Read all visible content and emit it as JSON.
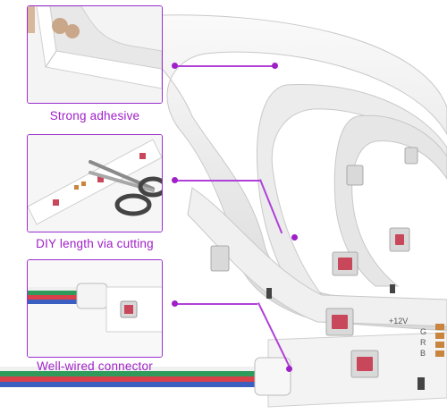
{
  "features": [
    {
      "label": "Strong adhesive",
      "icon": "adhesive-tape"
    },
    {
      "label": "DIY length via cutting",
      "icon": "scissors"
    },
    {
      "label": "Well-wired connector",
      "icon": "connector"
    }
  ],
  "strip_markings": {
    "pins": [
      "+12V",
      "G",
      "R",
      "B"
    ]
  },
  "colors": {
    "accent": "#a020c8",
    "strip": "#f2f2f2",
    "led": "#c9475a",
    "wire_green": "#2f9a5a",
    "wire_red": "#d8404a",
    "wire_blue": "#3a5fc0"
  }
}
